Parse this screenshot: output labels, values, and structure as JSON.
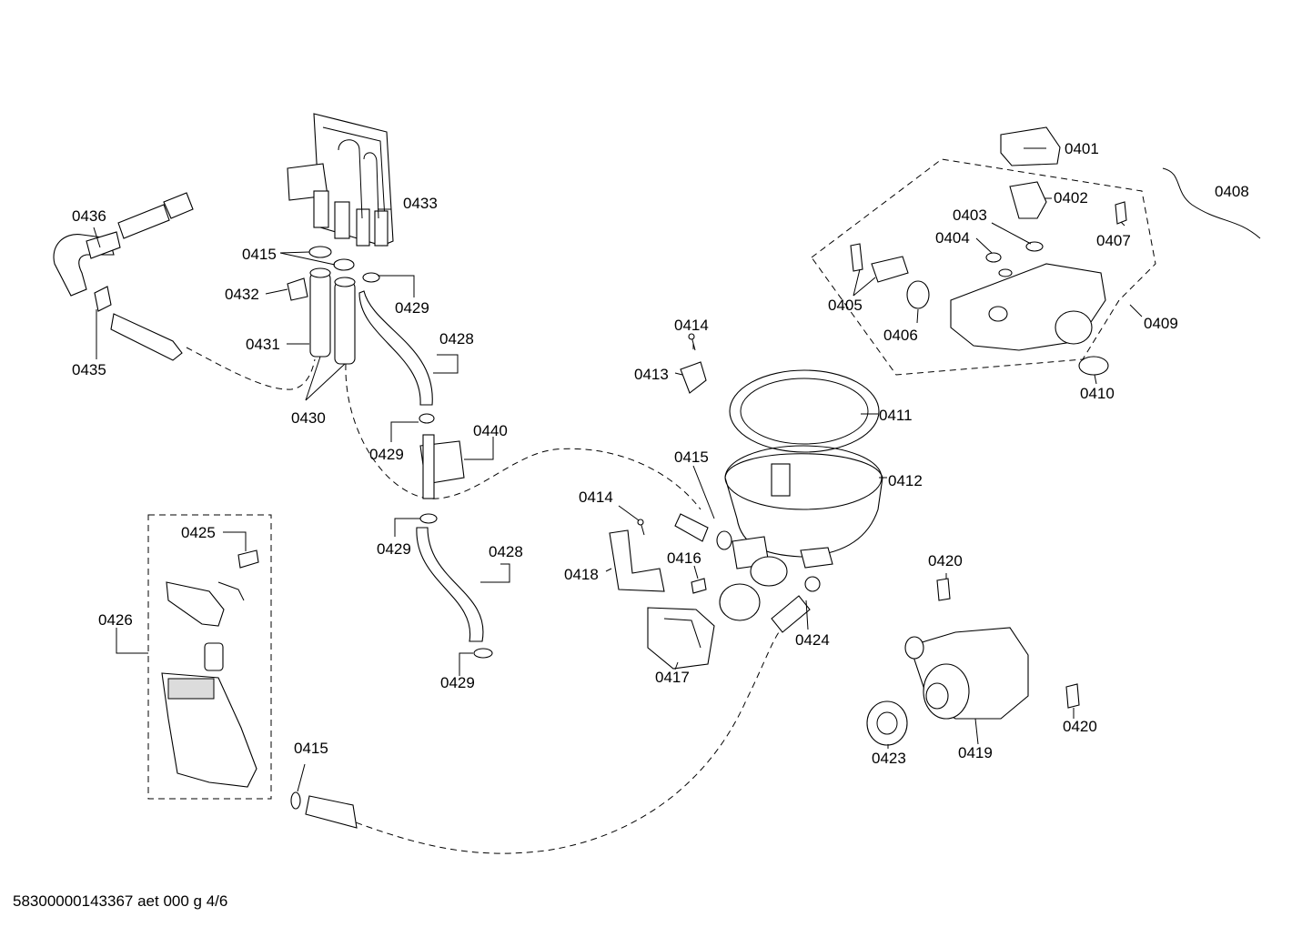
{
  "labels": {
    "p0401": "0401",
    "p0402": "0402",
    "p0403": "0403",
    "p0404": "0404",
    "p0405": "0405",
    "p0406": "0406",
    "p0407": "0407",
    "p0408": "0408",
    "p0409": "0409",
    "p0410": "0410",
    "p0411": "0411",
    "p0412": "0412",
    "p0413": "0413",
    "p0414a": "0414",
    "p0414b": "0414",
    "p0415a": "0415",
    "p0415b": "0415",
    "p0415c": "0415",
    "p0416": "0416",
    "p0417": "0417",
    "p0418": "0418",
    "p0419": "0419",
    "p0420a": "0420",
    "p0420b": "0420",
    "p0423": "0423",
    "p0424": "0424",
    "p0425": "0425",
    "p0426": "0426",
    "p0428a": "0428",
    "p0428b": "0428",
    "p0429a": "0429",
    "p0429b": "0429",
    "p0429c": "0429",
    "p0429d": "0429",
    "p0430": "0430",
    "p0431": "0431",
    "p0432": "0432",
    "p0433": "0433",
    "p0435": "0435",
    "p0436": "0436",
    "p0440": "0440"
  },
  "footer": "58300000143367 aet 000 g 4/6"
}
